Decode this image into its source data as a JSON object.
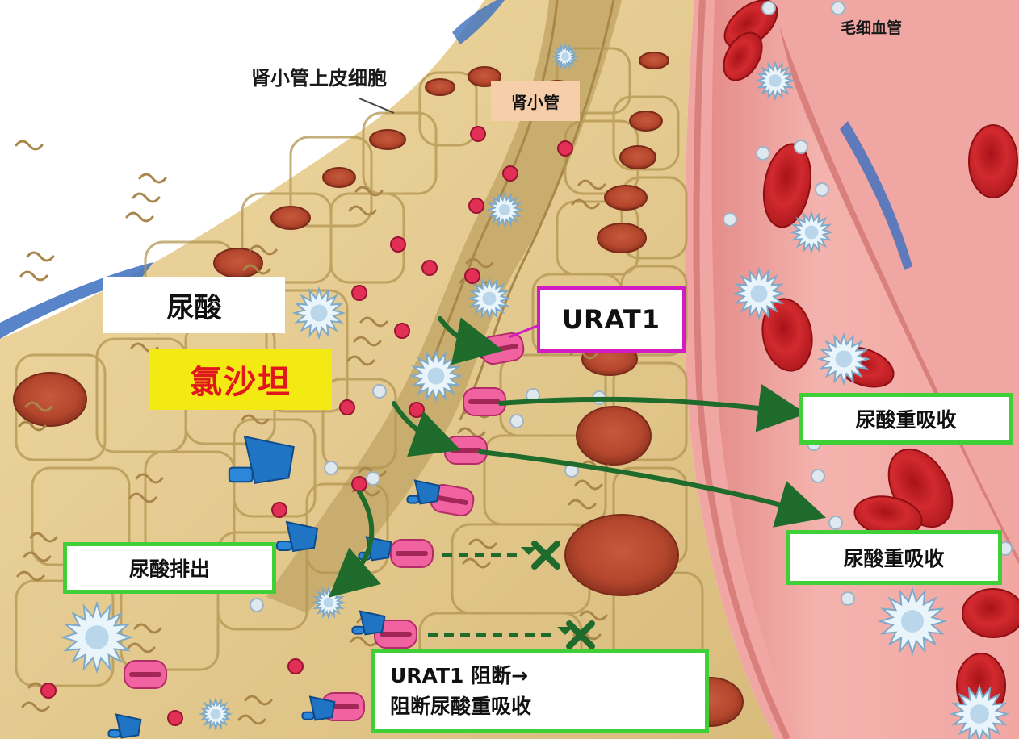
{
  "labels": {
    "capillary": "毛细血管",
    "epithelium": "肾小管上皮细胞",
    "tubule": "肾小管",
    "uric_acid": "尿酸",
    "drug": "氯沙坦",
    "transporter": "URAT1",
    "reabsorb_1": "尿酸重吸收",
    "reabsorb_2": "尿酸重吸收",
    "excretion": "尿酸排出",
    "block_line1": "URAT1 阻断→",
    "block_line2": "阻断尿酸重吸收"
  },
  "colors": {
    "cell_fill": "#e8cf96",
    "cell_edge": "#b99a5a",
    "vessel_wall": "#e98f8f",
    "vessel_lumen": "#f6b1ad",
    "red_cell": "#d3242a",
    "arrow": "#1f6b2c",
    "green_border": "#3fcf37",
    "urat1_border": "#d21bc4",
    "drug_blue": "#1f74c4",
    "drug_label_bg": "#f4ea13",
    "drug_label_text": "#e2161d",
    "tubule_label_bg": "#f6cfaa"
  },
  "icons": [
    "uric-acid-crystal-icon",
    "urat1-transporter-icon",
    "losartan-molecule-icon",
    "blocked-x-icon"
  ]
}
